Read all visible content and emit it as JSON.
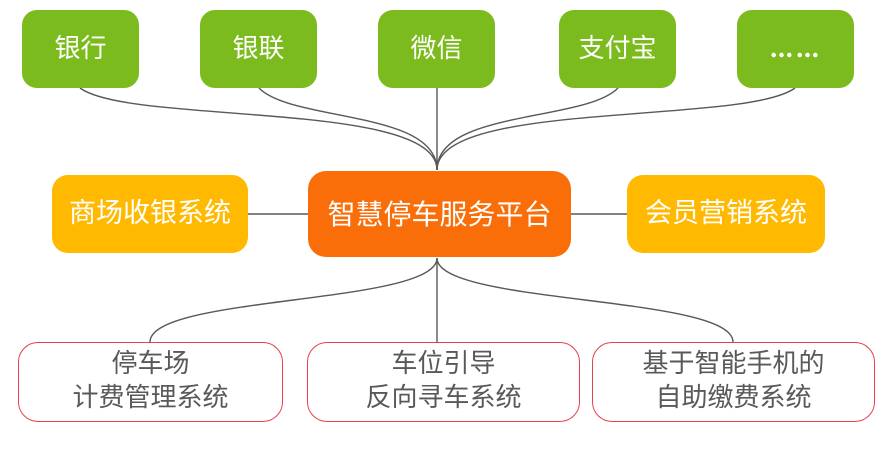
{
  "colors": {
    "background": "#FFFFFF",
    "green": "#7CBB1E",
    "orange": "#FA6E09",
    "yellow": "#FFB900",
    "red_border": "#E8404A",
    "gray_text": "#595959",
    "line": "#595959",
    "white_text": "#FFFFFF"
  },
  "nodes": {
    "top": [
      {
        "label": "银行"
      },
      {
        "label": "银联"
      },
      {
        "label": "微信"
      },
      {
        "label": "支付宝"
      },
      {
        "label": "……"
      }
    ],
    "middle": {
      "left": {
        "label": "商场收银系统"
      },
      "center": {
        "label": "智慧停车服务平台"
      },
      "right": {
        "label": "会员营销系统"
      }
    },
    "bottom": [
      {
        "line1": "停车场",
        "line2": "计费管理系统"
      },
      {
        "line1": "车位引导",
        "line2": "反向寻车系统"
      },
      {
        "line1": "基于智能手机的",
        "line2": "自助缴费系统"
      }
    ]
  }
}
